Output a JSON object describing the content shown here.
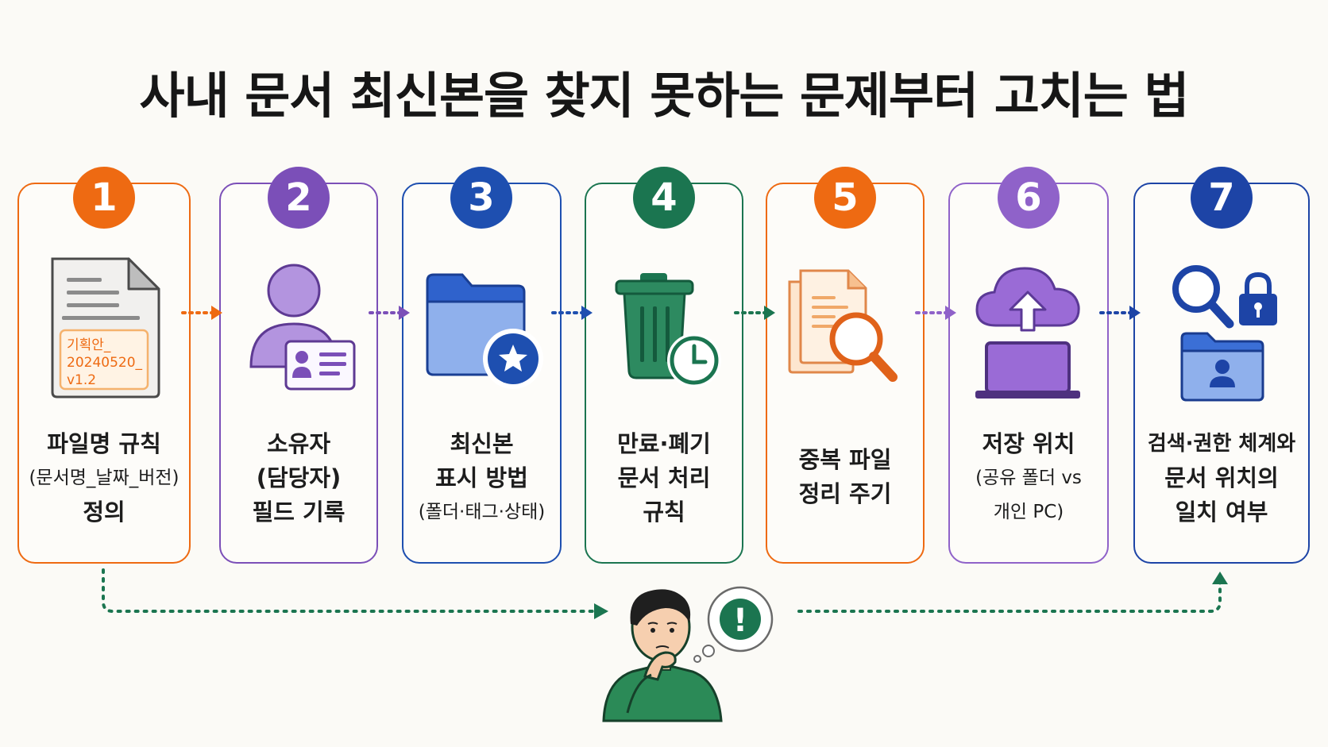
{
  "title": "사내 문서 최신본을 찾지 못하는 문제부터 고치는 법",
  "colors": {
    "orange": "#ee6a12",
    "purple": "#7b4fb8",
    "blue": "#1e4fb0",
    "green": "#1b7550",
    "lavender": "#8f62c9",
    "navy": "#1d44a6"
  },
  "steps": [
    {
      "number": "1",
      "color": "#ee6a12",
      "icon": "file-name-document-icon",
      "lines": [
        "파일명 규칙",
        "(문서명_날짜_버전)",
        "정의"
      ],
      "stamp": [
        "기획안_",
        "20240520_",
        "v1.2"
      ]
    },
    {
      "number": "2",
      "color": "#7b4fb8",
      "icon": "owner-id-card-icon",
      "lines": [
        "소유자",
        "(담당자)",
        "필드 기록"
      ]
    },
    {
      "number": "3",
      "color": "#1e4fb0",
      "icon": "star-folder-icon",
      "lines": [
        "최신본",
        "표시 방법",
        "(폴더·태그·상태)"
      ]
    },
    {
      "number": "4",
      "color": "#1b7550",
      "icon": "trash-clock-icon",
      "lines": [
        "만료·폐기",
        "문서 처리",
        "규칙"
      ]
    },
    {
      "number": "5",
      "color": "#ee6a12",
      "icon": "duplicate-search-icon",
      "lines": [
        "중복 파일",
        "정리 주기"
      ]
    },
    {
      "number": "6",
      "color": "#8f62c9",
      "icon": "cloud-upload-laptop-icon",
      "lines": [
        "저장 위치",
        "(공유 폴더 vs",
        "개인 PC)"
      ]
    },
    {
      "number": "7",
      "color": "#1d44a6",
      "icon": "search-lock-folder-icon",
      "lines": [
        "검색·권한 체계와",
        "문서 위치의",
        "일치 여부"
      ]
    }
  ],
  "thinking_person": {
    "icon": "thinking-person-icon",
    "bubble_icon": "exclamation-bubble-icon",
    "bubble_symbol": "!"
  }
}
